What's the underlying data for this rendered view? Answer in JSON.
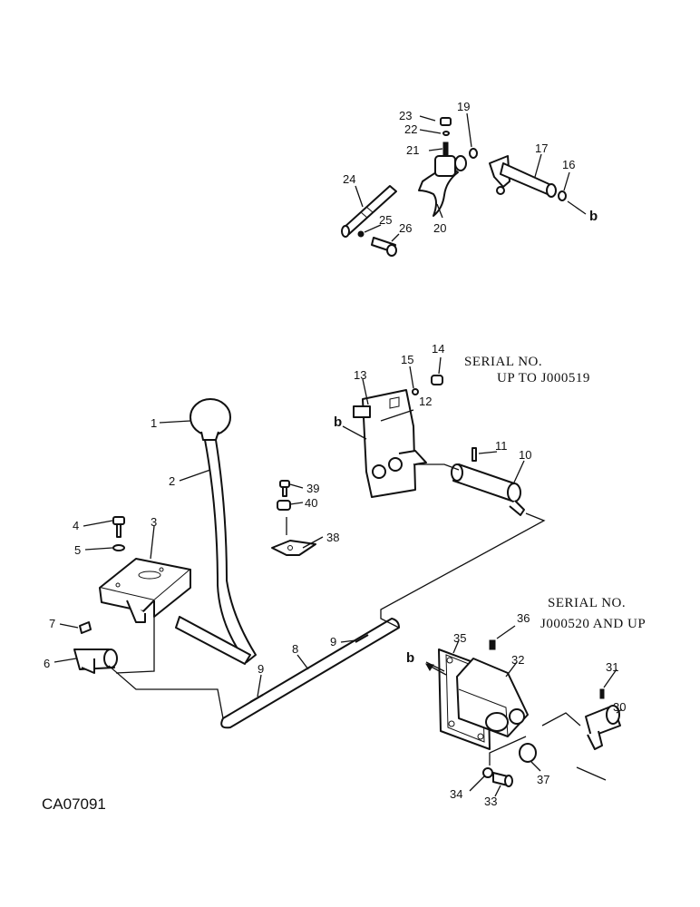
{
  "serial_notes": {
    "upper": [
      "SERIAL NO.",
      "UP TO J000519"
    ],
    "lower": [
      "SERIAL NO.",
      "J000520 AND UP"
    ]
  },
  "figure_code": "CA07091",
  "ref_letter": "b",
  "callouts": {
    "n1": "1",
    "n2": "2",
    "n3": "3",
    "n4": "4",
    "n5": "5",
    "n6": "6",
    "n7": "7",
    "n8": "8",
    "n9a": "9",
    "n9b": "9",
    "n10": "10",
    "n11": "11",
    "n12": "12",
    "n13": "13",
    "n14": "14",
    "n15": "15",
    "n16": "16",
    "n17": "17",
    "n19": "19",
    "n20": "20",
    "n21": "21",
    "n22": "22",
    "n23": "23",
    "n24": "24",
    "n25": "25",
    "n26": "26",
    "n30": "30",
    "n31": "31",
    "n32": "32",
    "n33": "33",
    "n34": "34",
    "n35": "35",
    "n36": "36",
    "n37": "37",
    "n38": "38",
    "n39": "39",
    "n40": "40"
  }
}
